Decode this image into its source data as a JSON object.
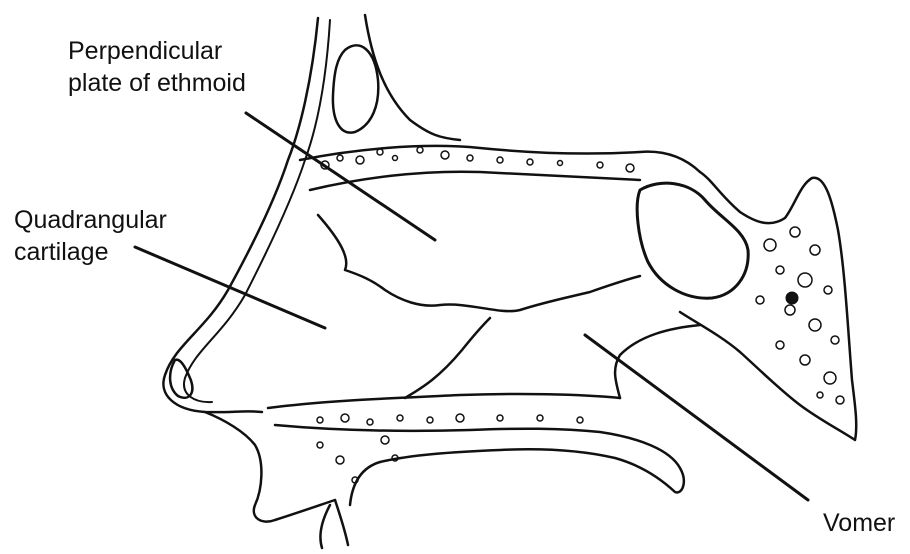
{
  "labels": {
    "perpendicular_plate": {
      "line1": "Perpendicular",
      "line2": "plate of ethmoid"
    },
    "quadrangular_cartilage": {
      "line1": "Quadrangular",
      "line2": "cartilage"
    },
    "vomer": {
      "text": "Vomer"
    }
  },
  "colors": {
    "ink": "#111111",
    "background": "#ffffff"
  }
}
